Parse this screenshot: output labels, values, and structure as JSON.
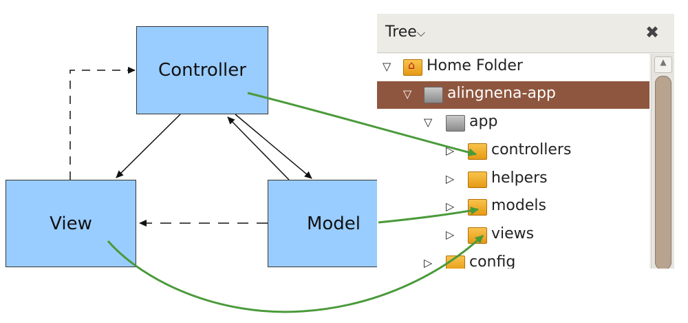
{
  "diagram": {
    "controller": "Controller",
    "view": "View",
    "model": "Model"
  },
  "tree": {
    "title": "Tree",
    "title_icon": "chevron-down-icon",
    "close_icon": "close-icon",
    "items": [
      {
        "label": "Home Folder",
        "expanded": true,
        "icon": "home-folder-icon"
      },
      {
        "label": "alingnena-app",
        "expanded": true,
        "selected": true,
        "icon": "folder-icon"
      },
      {
        "label": "app",
        "expanded": true,
        "icon": "folder-icon"
      },
      {
        "label": "controllers",
        "expanded": false,
        "icon": "folder-icon"
      },
      {
        "label": "helpers",
        "expanded": false,
        "icon": "folder-icon"
      },
      {
        "label": "models",
        "expanded": false,
        "icon": "folder-icon"
      },
      {
        "label": "views",
        "expanded": false,
        "icon": "folder-icon"
      },
      {
        "label": "config",
        "expanded": false,
        "icon": "folder-icon"
      }
    ]
  },
  "colors": {
    "box_fill": "#99ccff",
    "selected_row": "#8f563f",
    "mapping_arrow": "#4a9a3a",
    "folder": "#f0a825"
  }
}
